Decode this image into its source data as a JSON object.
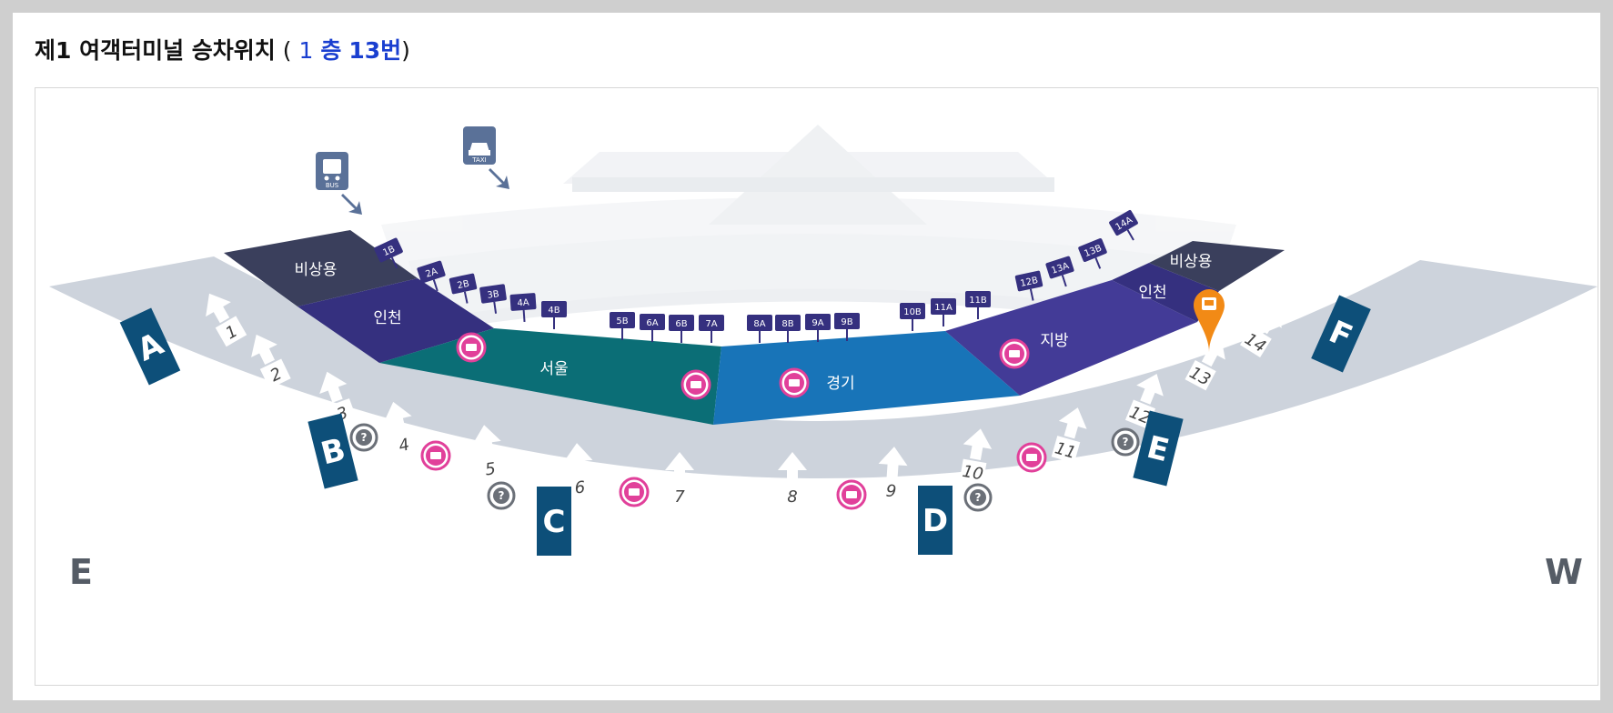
{
  "header": {
    "title_main": "제1 여객터미널 승차위치",
    "paren_open": "(",
    "floor_number": "1",
    "floor_unit": "층",
    "stop_number": "13번",
    "paren_close": ")"
  },
  "icons": {
    "bus_label": "BUS",
    "taxi_label": "TAXI"
  },
  "zones": {
    "emergency_left": "비상용",
    "incheon_left": "인천",
    "seoul": "서울",
    "gyeonggi": "경기",
    "regional": "지방",
    "incheon_right": "인천",
    "emergency_right": "비상용"
  },
  "bays": [
    "1B",
    "2A",
    "2B",
    "3B",
    "4A",
    "4B",
    "5B",
    "6A",
    "6B",
    "7A",
    "8A",
    "8B",
    "9A",
    "9B",
    "10B",
    "11A",
    "11B",
    "12B",
    "13A",
    "13B",
    "14A"
  ],
  "exits": [
    "1",
    "2",
    "3",
    "4",
    "5",
    "6",
    "7",
    "8",
    "9",
    "10",
    "11",
    "12",
    "13",
    "14"
  ],
  "gates": [
    "A",
    "B",
    "C",
    "D",
    "E",
    "F"
  ],
  "compass": {
    "left": "E",
    "right": "W"
  },
  "colors": {
    "accent": "#1a3fd0",
    "gate": "#0d4f79",
    "emergency": "#3a3f5c",
    "incheon": "#35307f",
    "seoul": "#0b6e76",
    "gyeonggi": "#1874b8",
    "regional": "#433b97",
    "ticket": "#e1409a",
    "marker": "#f28a16"
  }
}
